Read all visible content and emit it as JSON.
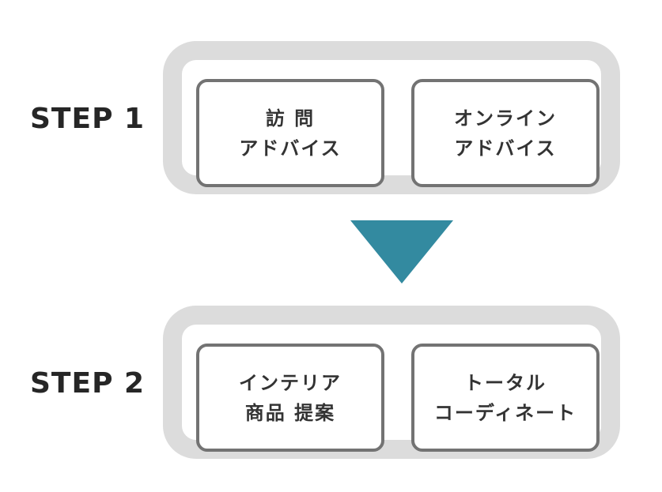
{
  "colors": {
    "panel_border": "#dcdcdc",
    "card_border": "#737373",
    "arrow": "#338aa0",
    "text": "#262626"
  },
  "steps": [
    {
      "label": "STEP 1",
      "cards": [
        {
          "line1": "訪 問",
          "line2": "アドバイス"
        },
        {
          "line1": "オンライン",
          "line2": "アドバイス"
        }
      ]
    },
    {
      "label": "STEP 2",
      "cards": [
        {
          "line1": "インテリア",
          "line2": "商品 提案"
        },
        {
          "line1": "トータル",
          "line2": "コーディネート"
        }
      ]
    }
  ]
}
